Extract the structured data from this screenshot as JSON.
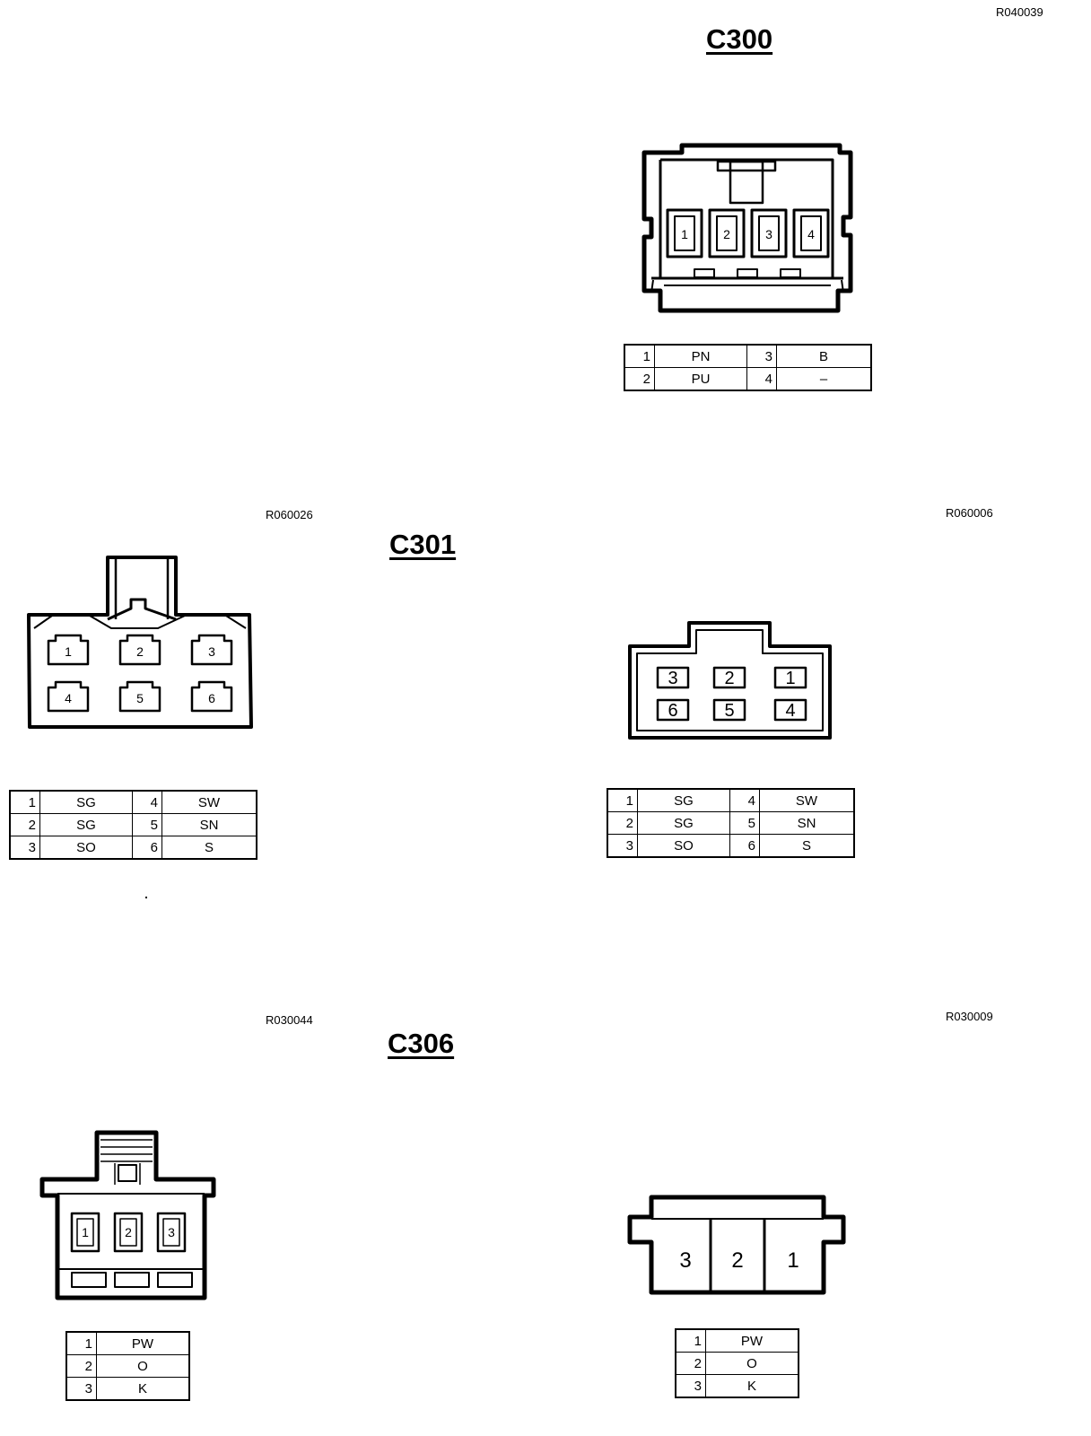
{
  "refs": {
    "r040039": "R040039",
    "r060026": "R060026",
    "r060006": "R060006",
    "r030044": "R030044",
    "r030009": "R030009"
  },
  "titles": {
    "c300": "C300",
    "c301": "C301",
    "c306": "C306"
  },
  "c300": {
    "pins": [
      "1",
      "2",
      "3",
      "4"
    ],
    "table": {
      "r1": {
        "n1": "1",
        "v1": "PN",
        "n2": "3",
        "v2": "B"
      },
      "r2": {
        "n1": "2",
        "v1": "PU",
        "n2": "4",
        "v2": "–"
      }
    }
  },
  "c301_left": {
    "pins": [
      "1",
      "2",
      "3",
      "4",
      "5",
      "6"
    ],
    "table": {
      "r1": {
        "n1": "1",
        "v1": "SG",
        "n2": "4",
        "v2": "SW"
      },
      "r2": {
        "n1": "2",
        "v1": "SG",
        "n2": "5",
        "v2": "SN"
      },
      "r3": {
        "n1": "3",
        "v1": "SO",
        "n2": "6",
        "v2": "S"
      }
    }
  },
  "c301_right": {
    "pins": [
      "3",
      "2",
      "1",
      "6",
      "5",
      "4"
    ],
    "table": {
      "r1": {
        "n1": "1",
        "v1": "SG",
        "n2": "4",
        "v2": "SW"
      },
      "r2": {
        "n1": "2",
        "v1": "SG",
        "n2": "5",
        "v2": "SN"
      },
      "r3": {
        "n1": "3",
        "v1": "SO",
        "n2": "6",
        "v2": "S"
      }
    }
  },
  "c306_left": {
    "pins": [
      "1",
      "2",
      "3"
    ],
    "table": {
      "r1": {
        "n": "1",
        "v": "PW"
      },
      "r2": {
        "n": "2",
        "v": "O"
      },
      "r3": {
        "n": "3",
        "v": "K"
      }
    }
  },
  "c306_right": {
    "pins": [
      "3",
      "2",
      "1"
    ],
    "table": {
      "r1": {
        "n": "1",
        "v": "PW"
      },
      "r2": {
        "n": "2",
        "v": "O"
      },
      "r3": {
        "n": "3",
        "v": "K"
      }
    }
  }
}
